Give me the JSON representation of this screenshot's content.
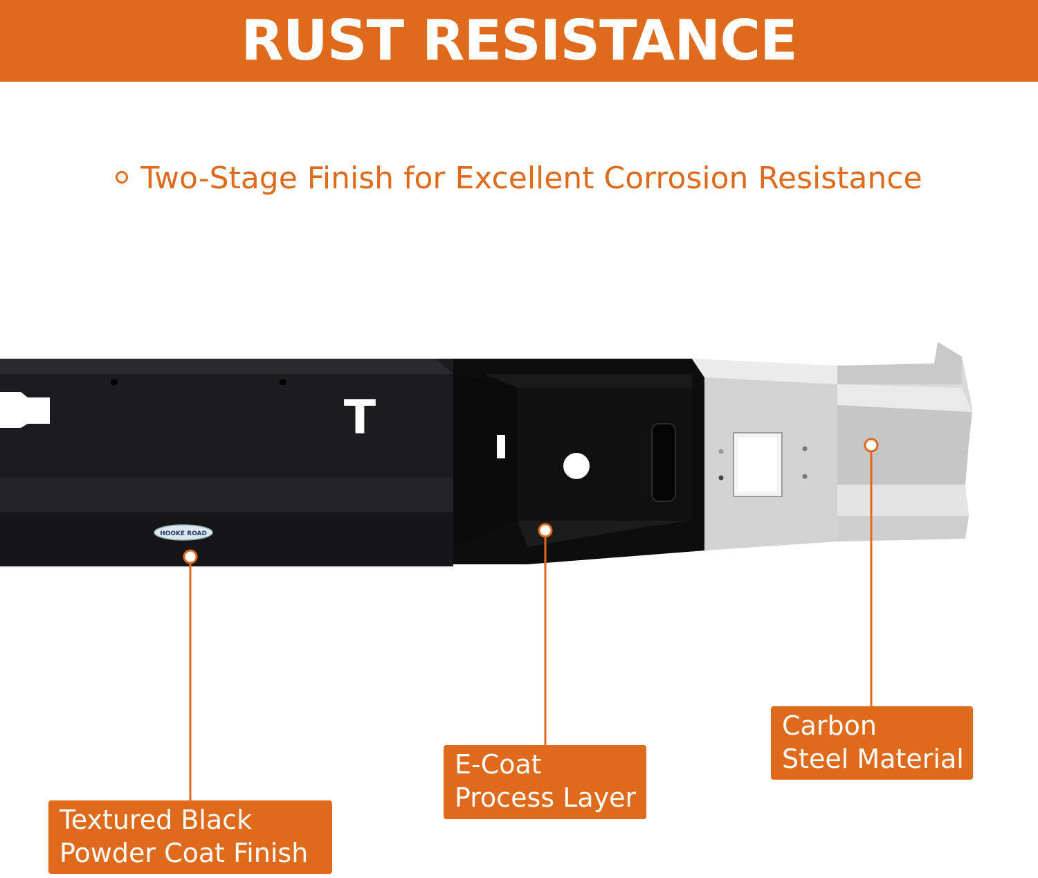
{
  "header": {
    "title": "RUST RESISTANCE"
  },
  "subtitle": {
    "text": "Two-Stage Finish for Excellent Corrosion Resistance"
  },
  "product": {
    "logo_text": "HOOKE ROAD",
    "panel_letter": "T"
  },
  "callouts": {
    "powder": {
      "line1": "Textured Black",
      "line2": "Powder Coat Finish"
    },
    "ecoat": {
      "line1": "E-Coat",
      "line2": "Process Layer"
    },
    "carbon": {
      "line1": "Carbon",
      "line2": "Steel Material"
    }
  },
  "colors": {
    "accent": "#e06a1b",
    "coat_black": "#1d1d1f",
    "steel": "#d6d6d6"
  }
}
